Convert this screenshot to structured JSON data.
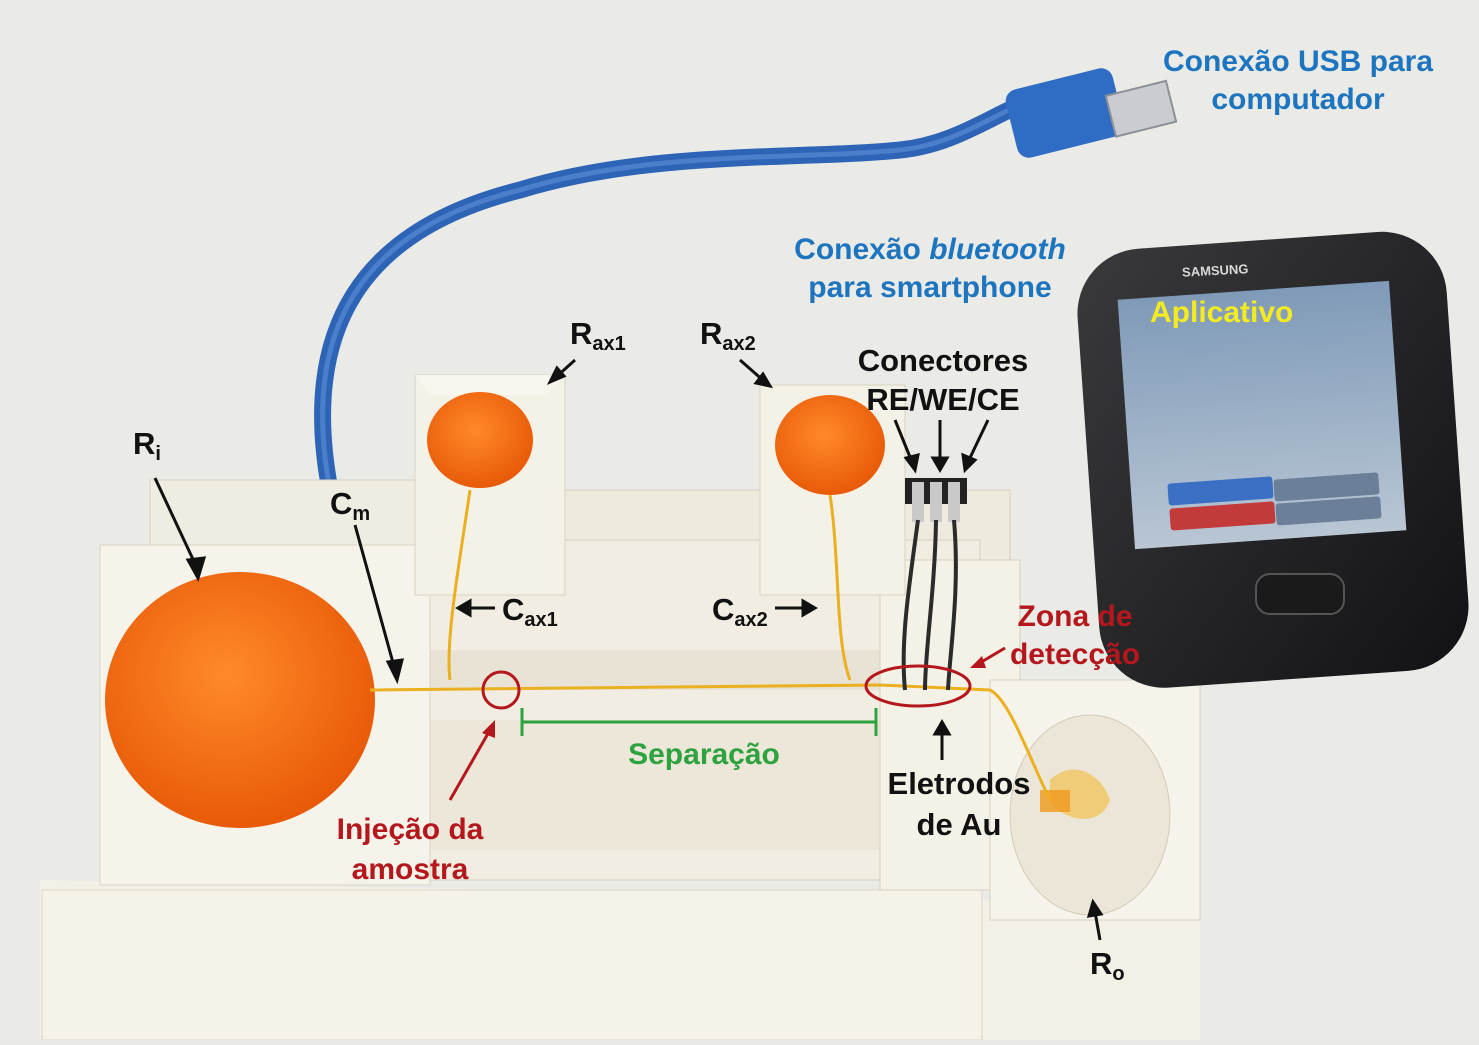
{
  "labels": {
    "usb": {
      "line1": "Conexão USB para",
      "line2": "computador"
    },
    "bluetooth": {
      "pre": "Conexão ",
      "em": "bluetooth",
      "line2": "para smartphone"
    },
    "app": "Aplicativo",
    "phone_brand": "SAMSUNG",
    "connectors": {
      "line1": "Conectores",
      "line2": "RE/WE/CE"
    },
    "rax1": {
      "main": "R",
      "sub": "ax1"
    },
    "rax2": {
      "main": "R",
      "sub": "ax2"
    },
    "ri": {
      "main": "R",
      "sub": "i"
    },
    "cm": {
      "main": "C",
      "sub": "m"
    },
    "cax1": {
      "main": "C",
      "sub": "ax1"
    },
    "cax2": {
      "main": "C",
      "sub": "ax2"
    },
    "ro": {
      "main": "R",
      "sub": "o"
    },
    "zona": {
      "line1": "Zona de",
      "line2": "detecção"
    },
    "separacao": "Separação",
    "injecao": {
      "line1": "Injeção da",
      "line2": "amostra"
    },
    "eletrodos": {
      "line1": "Eletrodos",
      "line2": "de Au"
    }
  },
  "colors": {
    "annotation_black": "#111111",
    "annotation_blue": "#1d74bf",
    "annotation_red": "#b4171c",
    "annotation_green": "#2ea23f",
    "annotation_yellow": "#f4ea22",
    "reservoir_orange": "#f26a0f",
    "device_white": "#f1eee3",
    "cable_blue": "#2d64b6"
  }
}
